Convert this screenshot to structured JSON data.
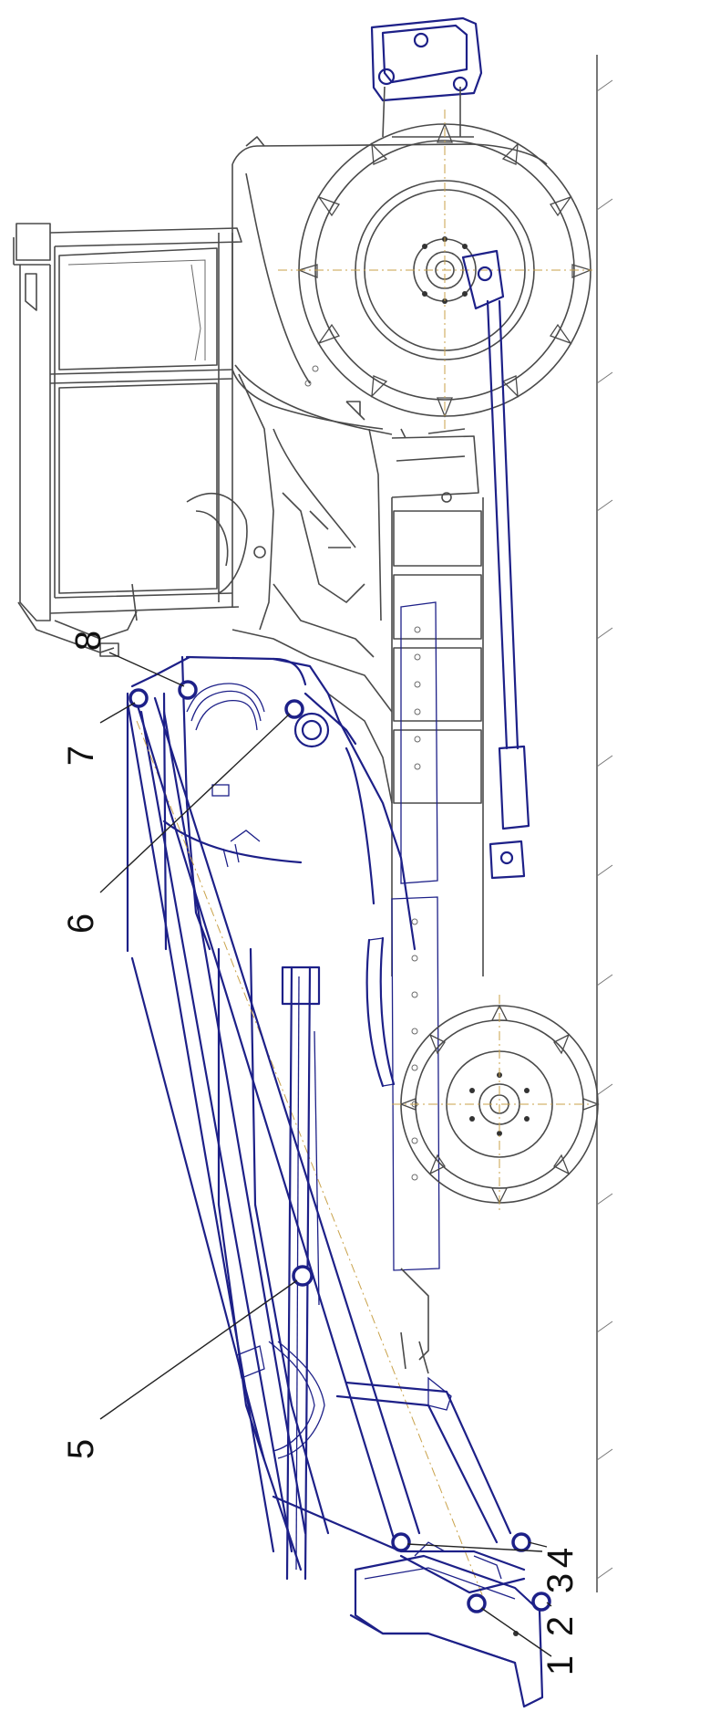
{
  "callouts": [
    {
      "id": "1",
      "label": "1"
    },
    {
      "id": "2",
      "label": "2"
    },
    {
      "id": "3",
      "label": "3"
    },
    {
      "id": "4",
      "label": "4"
    },
    {
      "id": "5",
      "label": "5"
    },
    {
      "id": "6",
      "label": "6"
    },
    {
      "id": "7",
      "label": "7"
    },
    {
      "id": "8",
      "label": "8"
    }
  ],
  "colors": {
    "loader_ink": "#1d2088",
    "tractor_ink": "#4a4a4a",
    "centerline": "#c9a24a",
    "background": "#ffffff"
  }
}
